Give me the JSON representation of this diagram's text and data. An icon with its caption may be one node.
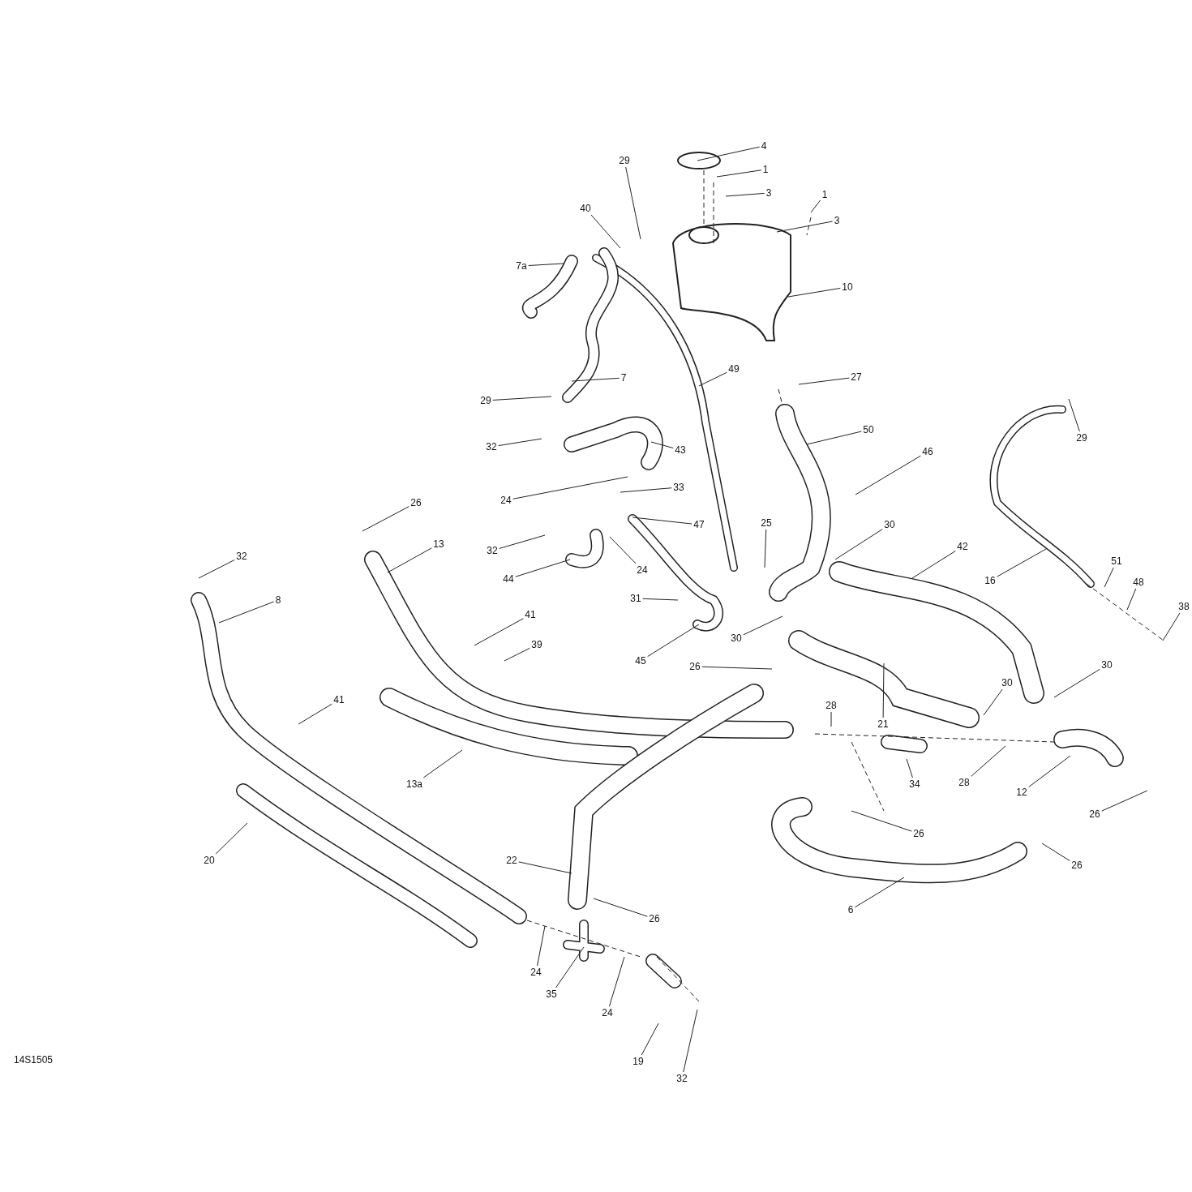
{
  "diagram": {
    "nodes": [
      {
        "text": [
          "4"
        ]
      },
      {
        "text": [
          "1"
        ]
      },
      {
        "text": [
          "3"
        ]
      },
      {
        "text": [
          "1"
        ]
      },
      {
        "text": [
          "3"
        ]
      },
      {
        "text": [
          "29"
        ]
      },
      {
        "text": [
          "40"
        ]
      },
      {
        "text": [
          "7a"
        ]
      },
      {
        "text": [
          "10"
        ]
      },
      {
        "text": [
          "7"
        ]
      },
      {
        "text": [
          "49"
        ]
      },
      {
        "text": [
          "29"
        ]
      },
      {
        "text": [
          "27"
        ]
      },
      {
        "text": [
          "50"
        ]
      },
      {
        "text": [
          "29"
        ]
      },
      {
        "text": [
          "46"
        ]
      },
      {
        "text": [
          "32"
        ]
      },
      {
        "text": [
          "43"
        ]
      },
      {
        "text": [
          "24"
        ]
      },
      {
        "text": [
          "33"
        ]
      },
      {
        "text": [
          "26"
        ]
      },
      {
        "text": [
          "47"
        ]
      },
      {
        "text": [
          "25"
        ]
      },
      {
        "text": [
          "30"
        ]
      },
      {
        "text": [
          "32"
        ]
      },
      {
        "text": [
          "13"
        ]
      },
      {
        "text": [
          "42"
        ]
      },
      {
        "text": [
          "44"
        ]
      },
      {
        "text": [
          "24"
        ]
      },
      {
        "text": [
          "32"
        ]
      },
      {
        "text": [
          "16"
        ]
      },
      {
        "text": [
          "51"
        ]
      },
      {
        "text": [
          "48"
        ]
      },
      {
        "text": [
          "8"
        ]
      },
      {
        "text": [
          "38"
        ]
      },
      {
        "text": [
          "41"
        ]
      },
      {
        "text": [
          "31"
        ]
      },
      {
        "text": [
          "39"
        ]
      },
      {
        "text": [
          "30"
        ]
      },
      {
        "text": [
          "45"
        ]
      },
      {
        "text": [
          "26"
        ]
      },
      {
        "text": [
          "21"
        ]
      },
      {
        "text": [
          "28"
        ]
      },
      {
        "text": [
          "30"
        ]
      },
      {
        "text": [
          "30"
        ]
      },
      {
        "text": [
          "41"
        ]
      },
      {
        "text": [
          "34"
        ]
      },
      {
        "text": [
          "28"
        ]
      },
      {
        "text": [
          "12"
        ]
      },
      {
        "text": [
          "13a"
        ]
      },
      {
        "text": [
          "26"
        ]
      },
      {
        "text": [
          "26"
        ]
      },
      {
        "text": [
          "22"
        ]
      },
      {
        "text": [
          "20"
        ]
      },
      {
        "text": [
          "26"
        ]
      },
      {
        "text": [
          "6"
        ]
      },
      {
        "text": [
          "26"
        ]
      },
      {
        "text": [
          "24"
        ]
      },
      {
        "text": [
          "35"
        ]
      },
      {
        "text": [
          "24"
        ]
      },
      {
        "text": [
          "19"
        ]
      },
      {
        "text": [
          "32"
        ]
      }
    ],
    "edges": [
      {
        "from": 0,
        "to": null,
        "arrow": "none"
      },
      {
        "from": 1,
        "to": null,
        "arrow": "none"
      },
      {
        "from": 2,
        "to": null,
        "arrow": "none"
      },
      {
        "from": 3,
        "to": null,
        "arrow": "none"
      },
      {
        "from": 4,
        "to": null,
        "arrow": "none"
      },
      {
        "from": 5,
        "to": null,
        "arrow": "none"
      },
      {
        "from": 6,
        "to": null,
        "arrow": "none"
      },
      {
        "from": 7,
        "to": null,
        "arrow": "none"
      },
      {
        "from": 8,
        "to": null,
        "arrow": "none"
      },
      {
        "from": 9,
        "to": null,
        "arrow": "none"
      },
      {
        "from": 10,
        "to": null,
        "arrow": "none"
      },
      {
        "from": 11,
        "to": null,
        "arrow": "none"
      },
      {
        "from": 12,
        "to": null,
        "arrow": "none"
      },
      {
        "from": 13,
        "to": null,
        "arrow": "none"
      },
      {
        "from": 14,
        "to": null,
        "arrow": "none"
      },
      {
        "from": 15,
        "to": null,
        "arrow": "none"
      },
      {
        "from": 16,
        "to": null,
        "arrow": "none"
      },
      {
        "from": 17,
        "to": null,
        "arrow": "none"
      },
      {
        "from": 18,
        "to": null,
        "arrow": "none"
      },
      {
        "from": 19,
        "to": null,
        "arrow": "none"
      },
      {
        "from": 20,
        "to": null,
        "arrow": "none"
      },
      {
        "from": 21,
        "to": null,
        "arrow": "none"
      },
      {
        "from": 22,
        "to": null,
        "arrow": "none"
      },
      {
        "from": 23,
        "to": null,
        "arrow": "none"
      },
      {
        "from": 24,
        "to": null,
        "arrow": "none"
      },
      {
        "from": 25,
        "to": null,
        "arrow": "none"
      },
      {
        "from": 26,
        "to": null,
        "arrow": "none"
      },
      {
        "from": 27,
        "to": null,
        "arrow": "none"
      },
      {
        "from": 28,
        "to": null,
        "arrow": "none"
      },
      {
        "from": 29,
        "to": null,
        "arrow": "none"
      },
      {
        "from": 30,
        "to": null,
        "arrow": "none"
      },
      {
        "from": 31,
        "to": null,
        "arrow": "none"
      },
      {
        "from": 32,
        "to": null,
        "arrow": "none"
      },
      {
        "from": 33,
        "to": null,
        "arrow": "none"
      },
      {
        "from": 34,
        "to": null,
        "arrow": "none"
      },
      {
        "from": 35,
        "to": null,
        "arrow": "none"
      },
      {
        "from": 36,
        "to": null,
        "arrow": "none"
      },
      {
        "from": 37,
        "to": null,
        "arrow": "none"
      },
      {
        "from": 38,
        "to": null,
        "arrow": "none"
      },
      {
        "from": 39,
        "to": null,
        "arrow": "none"
      },
      {
        "from": 40,
        "to": null,
        "arrow": "none"
      },
      {
        "from": 41,
        "to": null,
        "arrow": "none"
      },
      {
        "from": 42,
        "to": null,
        "arrow": "none"
      },
      {
        "from": 43,
        "to": null,
        "arrow": "none"
      },
      {
        "from": 44,
        "to": null,
        "arrow": "none"
      },
      {
        "from": 45,
        "to": null,
        "arrow": "none"
      },
      {
        "from": 46,
        "to": null,
        "arrow": "none"
      },
      {
        "from": 47,
        "to": null,
        "arrow": "none"
      },
      {
        "from": 48,
        "to": null,
        "arrow": "none"
      },
      {
        "from": 49,
        "to": null,
        "arrow": "none"
      },
      {
        "from": 50,
        "to": null,
        "arrow": "none"
      },
      {
        "from": 51,
        "to": null,
        "arrow": "none"
      },
      {
        "from": 52,
        "to": null,
        "arrow": "none"
      },
      {
        "from": 53,
        "to": null,
        "arrow": "none"
      },
      {
        "from": 54,
        "to": null,
        "arrow": "none"
      },
      {
        "from": 55,
        "to": null,
        "arrow": "none"
      },
      {
        "from": 56,
        "to": null,
        "arrow": "none"
      },
      {
        "from": 57,
        "to": null,
        "arrow": "none"
      },
      {
        "from": 58,
        "to": null,
        "arrow": "none"
      },
      {
        "from": 59,
        "to": null,
        "arrow": "none"
      },
      {
        "from": 60,
        "to": null,
        "arrow": "none"
      },
      {
        "from": 61,
        "to": null,
        "arrow": "none"
      }
    ],
    "labels": [
      "14S1505"
    ]
  }
}
